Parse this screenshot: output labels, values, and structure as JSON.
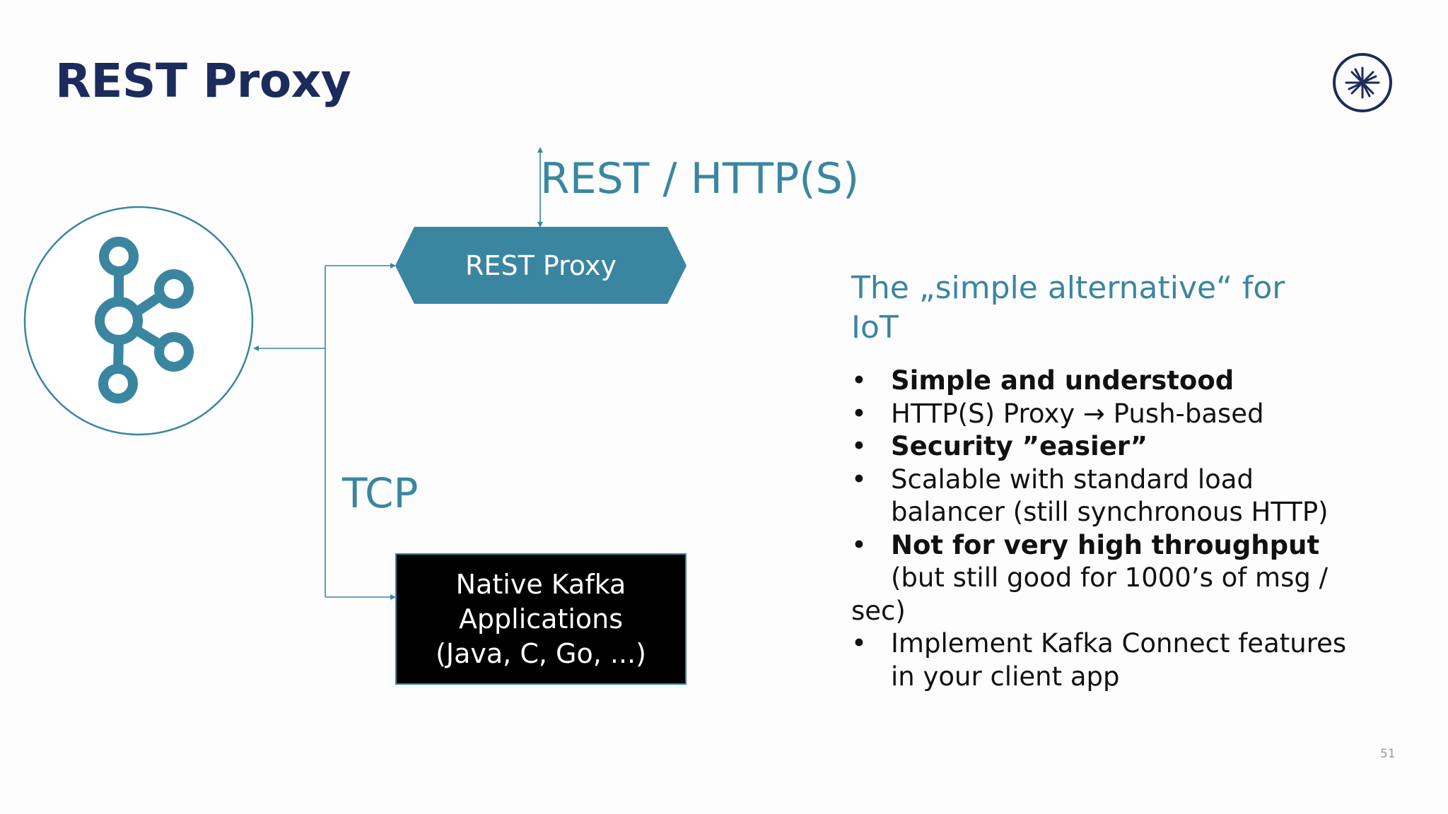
{
  "slide": {
    "title": "REST Proxy",
    "page_number": "51"
  },
  "diagram": {
    "protocol_top_label": "REST / HTTP(S)",
    "protocol_side_label": "TCP",
    "proxy_box_label": "REST Proxy",
    "native_box_lines": [
      "Native Kafka",
      "Applications",
      "(Java, C, Go, ...)"
    ]
  },
  "right_panel": {
    "heading_lines": [
      "The „simple alternative“ for",
      "IoT"
    ],
    "bullets": [
      {
        "text": "Simple and understood"
      },
      {
        "text": "HTTP(S) Proxy → Push-based"
      },
      {
        "text": "Security ”easier”"
      },
      {
        "line1": "Scalable with standard load",
        "line2": "balancer (still synchronous HTTP)"
      },
      {
        "line1": "Not for very high throughput",
        "line2": "(but still good for 1000’s of msg /",
        "line3": "sec)"
      },
      {
        "line1": "Implement Kafka Connect features",
        "line2": "in your client app"
      }
    ]
  },
  "colors": {
    "title": "#1b2c5c",
    "accent": "#3a86a0",
    "native_box": "#000000"
  },
  "icons": {
    "kafka_logo": "kafka-logo-icon",
    "brand_logo": "confluent-logo-icon"
  }
}
